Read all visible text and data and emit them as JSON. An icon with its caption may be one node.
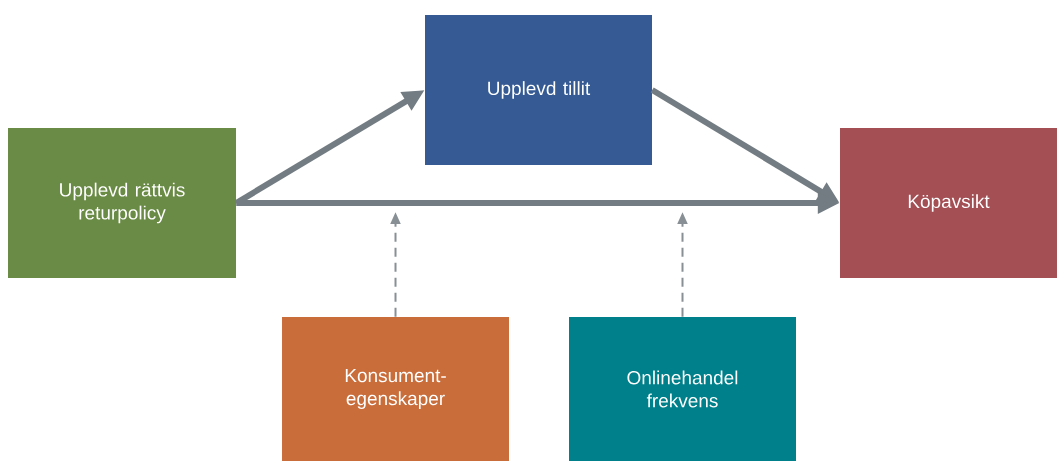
{
  "diagram": {
    "nodes": [
      {
        "text": [
          "Upplevd tillit"
        ]
      },
      {
        "text": [
          "Upplevd rättvis returpolicy"
        ]
      },
      {
        "text": [
          "Köpavsikt"
        ]
      },
      {
        "text": [
          "Konsument-egenskaper"
        ]
      },
      {
        "text": [
          "Onlinehandel frekvens"
        ]
      }
    ],
    "edges": [
      {
        "from": 1,
        "to": 0,
        "arrow": "to"
      },
      {
        "from": 0,
        "to": 2,
        "arrow": "to"
      },
      {
        "from": 1,
        "to": 2,
        "arrow": "to"
      },
      {
        "from": 3,
        "to": null,
        "arrow": "to",
        "style": "dashed"
      },
      {
        "from": 4,
        "to": null,
        "arrow": "to",
        "style": "dashed"
      }
    ]
  }
}
